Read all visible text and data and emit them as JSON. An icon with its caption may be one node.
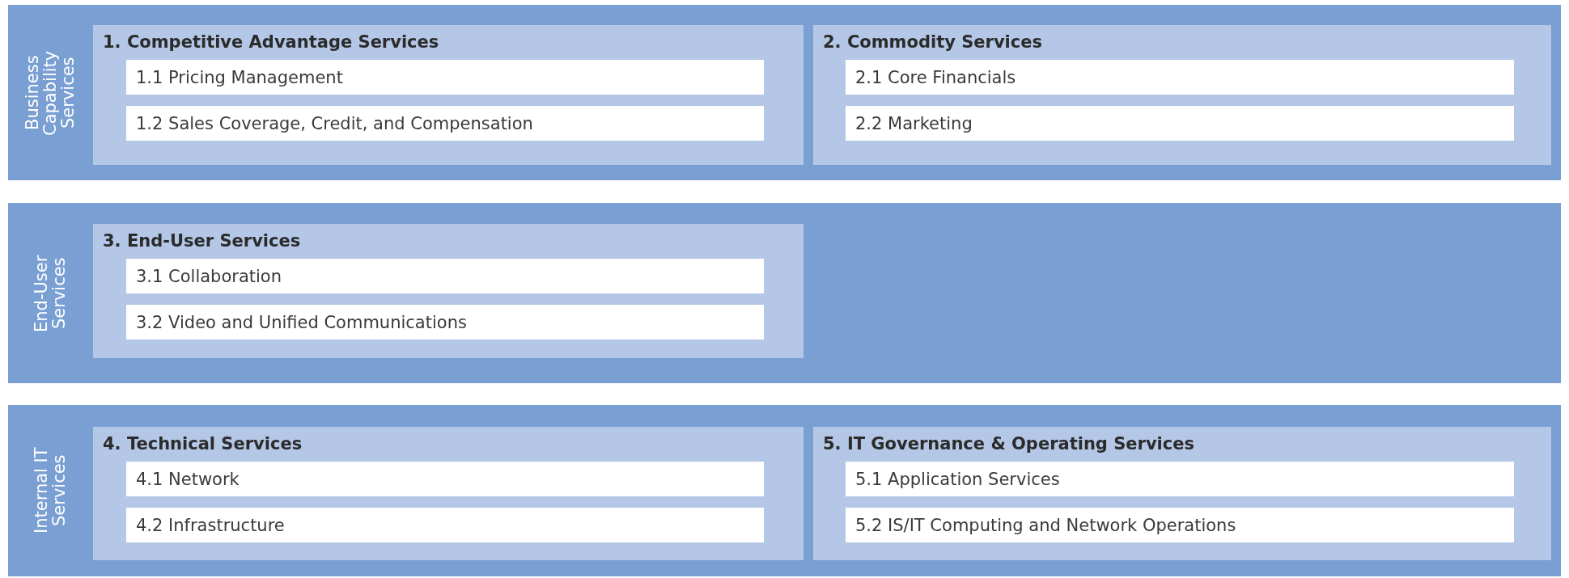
{
  "diagram": {
    "nodes": [
      {
        "text": [
          "Business Capability Services"
        ]
      },
      {
        "text": [
          "1. Competitive Advantage Services"
        ],
        "in": 0
      },
      {
        "text": [
          "1.1 Pricing Management"
        ],
        "in": 1
      },
      {
        "text": [
          "1.2 Sales Coverage, Credit, and Compensation"
        ],
        "in": 1
      },
      {
        "text": [
          "2. Commodity Services"
        ],
        "in": 0
      },
      {
        "text": [
          "2.1 Core Financials"
        ],
        "in": 4
      },
      {
        "text": [
          "2.2 Marketing"
        ],
        "in": 4
      },
      {
        "text": [
          "End-User Services"
        ]
      },
      {
        "text": [
          "3. End-User Services"
        ],
        "in": 7
      },
      {
        "text": [
          "3.1 Collaboration"
        ],
        "in": 8
      },
      {
        "text": [
          "3.2 Video and Unified Communications"
        ],
        "in": 8
      },
      {
        "text": [
          "Internal IT Services"
        ]
      },
      {
        "text": [
          "4. Technical Services"
        ],
        "in": 11
      },
      {
        "text": [
          "4.1 Network"
        ],
        "in": 12
      },
      {
        "text": [
          "4.2 Infrastructure"
        ],
        "in": 12
      },
      {
        "text": [
          "5. IT Governance & Operating Services"
        ],
        "in": 11
      },
      {
        "text": [
          "5.1 Application Services"
        ],
        "in": 15
      },
      {
        "text": [
          "5.2 IS/IT Computing and Network Operations"
        ],
        "in": 15
      }
    ]
  }
}
